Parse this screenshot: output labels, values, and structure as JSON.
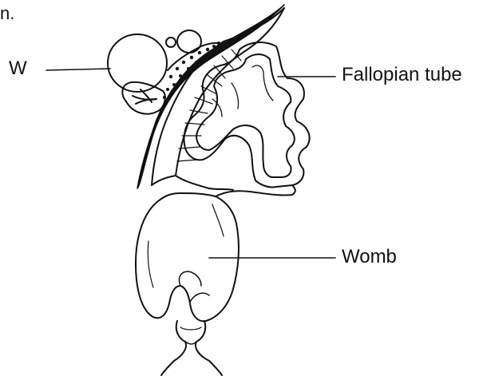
{
  "fragment_text": "n.",
  "labels": {
    "w": "W",
    "fallopian_tube": "Fallopian tube",
    "womb": "Womb"
  },
  "colors": {
    "ink": "#111111",
    "background": "#ffffff"
  }
}
